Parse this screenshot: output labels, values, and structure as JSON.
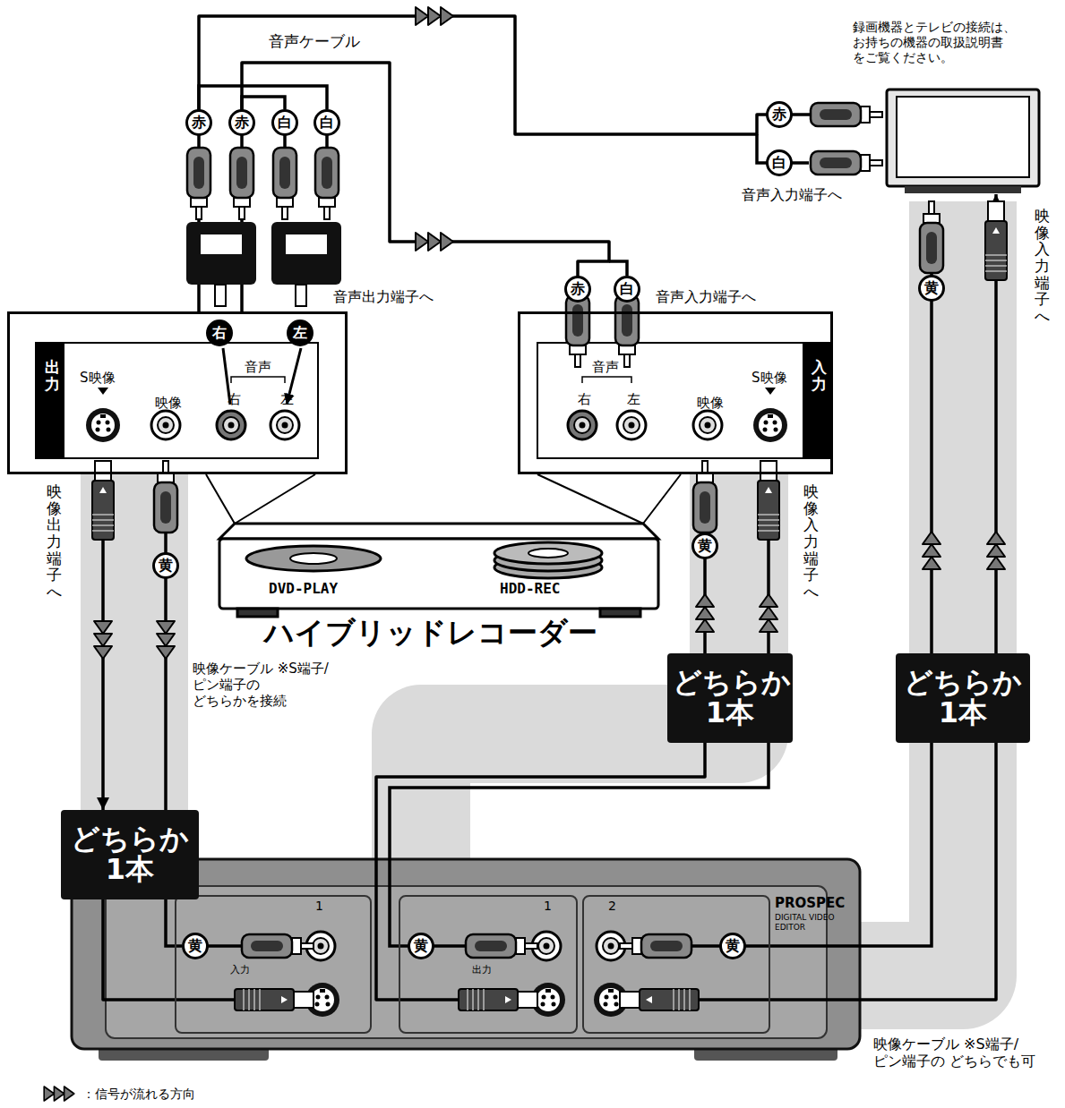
{
  "diagram": {
    "nodes": [
      {
        "text": [
          "出力",
          "S映像",
          "映像",
          "音声",
          "右",
          "左"
        ]
      },
      {
        "text": [
          "音声",
          "右",
          "左",
          "映像",
          "S映像",
          "入力"
        ]
      },
      {
        "text": [
          "DVD-PLAY",
          "HDD-REC",
          "ハイブリッドレコーダー"
        ]
      },
      {
        "text": [
          "録画機器とテレビの接続は、 お持ちの機器の取扱説明書 をご覧ください。"
        ]
      },
      {
        "text": [
          "PROSPEC",
          "DIGITAL VIDEO EDITOR"
        ]
      },
      {
        "text": [
          "1",
          "入力"
        ],
        "in": 4
      },
      {
        "text": [
          "1",
          "出力"
        ],
        "in": 4
      },
      {
        "text": [
          "2"
        ],
        "in": 4
      },
      {
        "text": [
          "どちらか 1本"
        ]
      },
      {
        "text": [
          "どちらか 1本"
        ]
      },
      {
        "text": [
          "どちらか 1本"
        ]
      }
    ],
    "edges": [
      {
        "from": 0,
        "to": 3,
        "arrow": "to"
      },
      {
        "from": 0,
        "to": 1,
        "arrow": "to"
      },
      {
        "from": 0,
        "to": 8,
        "arrow": "to"
      },
      {
        "from": 8,
        "to": 5,
        "arrow": "none"
      },
      {
        "from": 6,
        "to": 9,
        "arrow": "none"
      },
      {
        "from": 9,
        "to": 1,
        "arrow": "to"
      },
      {
        "from": 7,
        "to": 10,
        "arrow": "none"
      },
      {
        "from": 10,
        "to": 3,
        "arrow": "to"
      }
    ],
    "labels": [
      "音声ケーブル",
      "赤",
      "赤",
      "白",
      "白",
      "赤",
      "白",
      "音声入力端子へ",
      "映像入力端子へ",
      "音声出力端子へ",
      "赤",
      "白",
      "音声入力端子へ",
      "黄",
      "右",
      "左",
      "映像出力端子へ",
      "映像入力端子へ",
      "黄",
      "黄",
      "映像ケーブル ※S端子/ピン端子の どちらかを接続",
      "黄",
      "黄",
      "黄",
      "映像ケーブル ※S端子/ピン端子の どちらでも可"
    ],
    "legend": [
      {
        "text": "：信号が流れる方向"
      }
    ]
  }
}
